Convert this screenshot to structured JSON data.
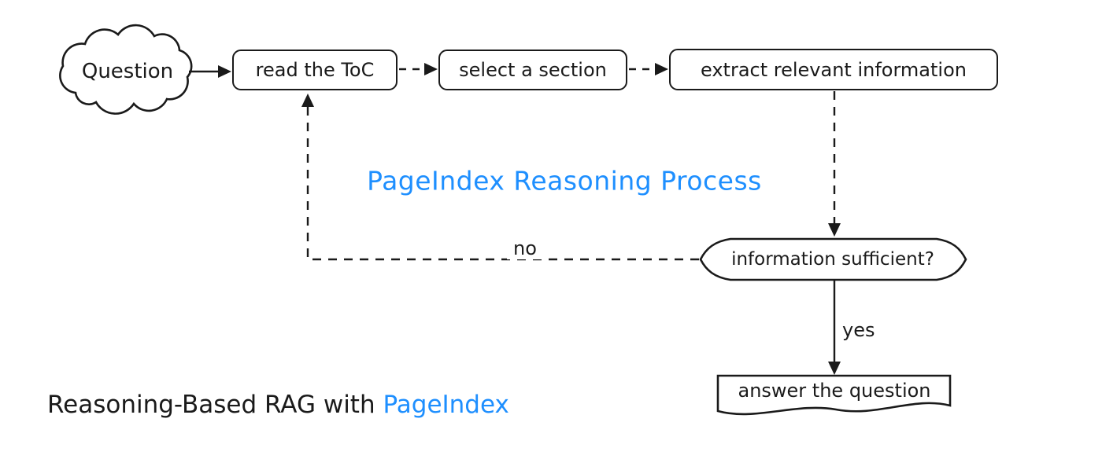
{
  "colors": {
    "accent": "#1e8fff",
    "ink": "#1a1a1a",
    "canvas": "#ffffff"
  },
  "flowchart": {
    "watermark_title": "PageIndex Reasoning Process",
    "caption": {
      "text": "Reasoning-Based RAG with ",
      "brand": "PageIndex"
    },
    "nodes": {
      "question": {
        "label": "Question",
        "shape": "cloud"
      },
      "read_toc": {
        "label": "read the ToC",
        "shape": "rounded-rect"
      },
      "select_section": {
        "label": "select a section",
        "shape": "rounded-rect"
      },
      "extract_info": {
        "label": "extract relevant information",
        "shape": "rounded-rect"
      },
      "info_sufficient": {
        "label": "information sufficient?",
        "shape": "hexagon"
      },
      "answer": {
        "label": "answer the question",
        "shape": "document"
      }
    },
    "edge_labels": {
      "no": "no",
      "yes": "yes"
    }
  }
}
